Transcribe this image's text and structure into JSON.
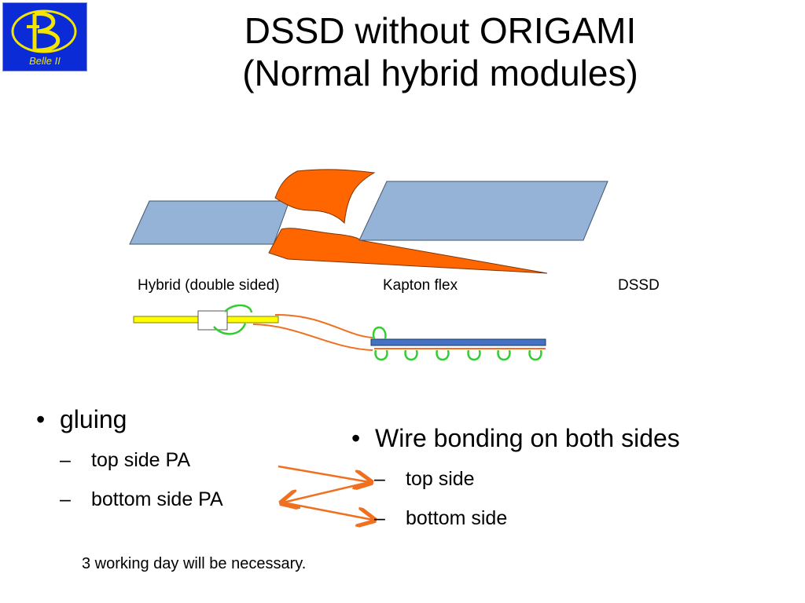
{
  "logo": {
    "text": "Belle II",
    "letter": "B"
  },
  "title": {
    "line1": "DSSD without ORIGAMI",
    "line2": "(Normal hybrid modules)"
  },
  "diagram": {
    "labels": {
      "hybrid": "Hybrid (double sided)",
      "kapton": "Kapton flex",
      "dssd": "DSSD"
    },
    "colors": {
      "sensor_fill": "#95b3d7",
      "kapton_fill": "#ff6600",
      "hybrid_fill": "#ffff00",
      "dssd_fill": "#4472c4",
      "bond_wire": "#33cc33",
      "arrow": "#f07020"
    }
  },
  "left_list": {
    "heading": "gluing",
    "items": [
      "top side PA",
      "bottom side PA"
    ]
  },
  "right_list": {
    "heading": "Wire bonding on both sides",
    "items": [
      "top side",
      "bottom side"
    ]
  },
  "note": "3 working day will be necessary."
}
